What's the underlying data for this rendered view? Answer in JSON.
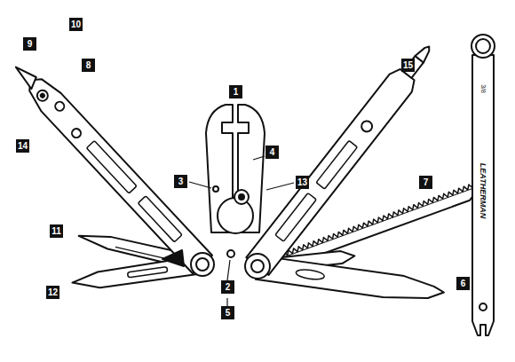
{
  "diagram": {
    "labels": [
      "10",
      "9",
      "8",
      "1",
      "15",
      "4",
      "14",
      "3",
      "13",
      "7",
      "11",
      "2",
      "5",
      "12",
      "6",
      "3/8",
      "LEATHERMAN"
    ]
  }
}
